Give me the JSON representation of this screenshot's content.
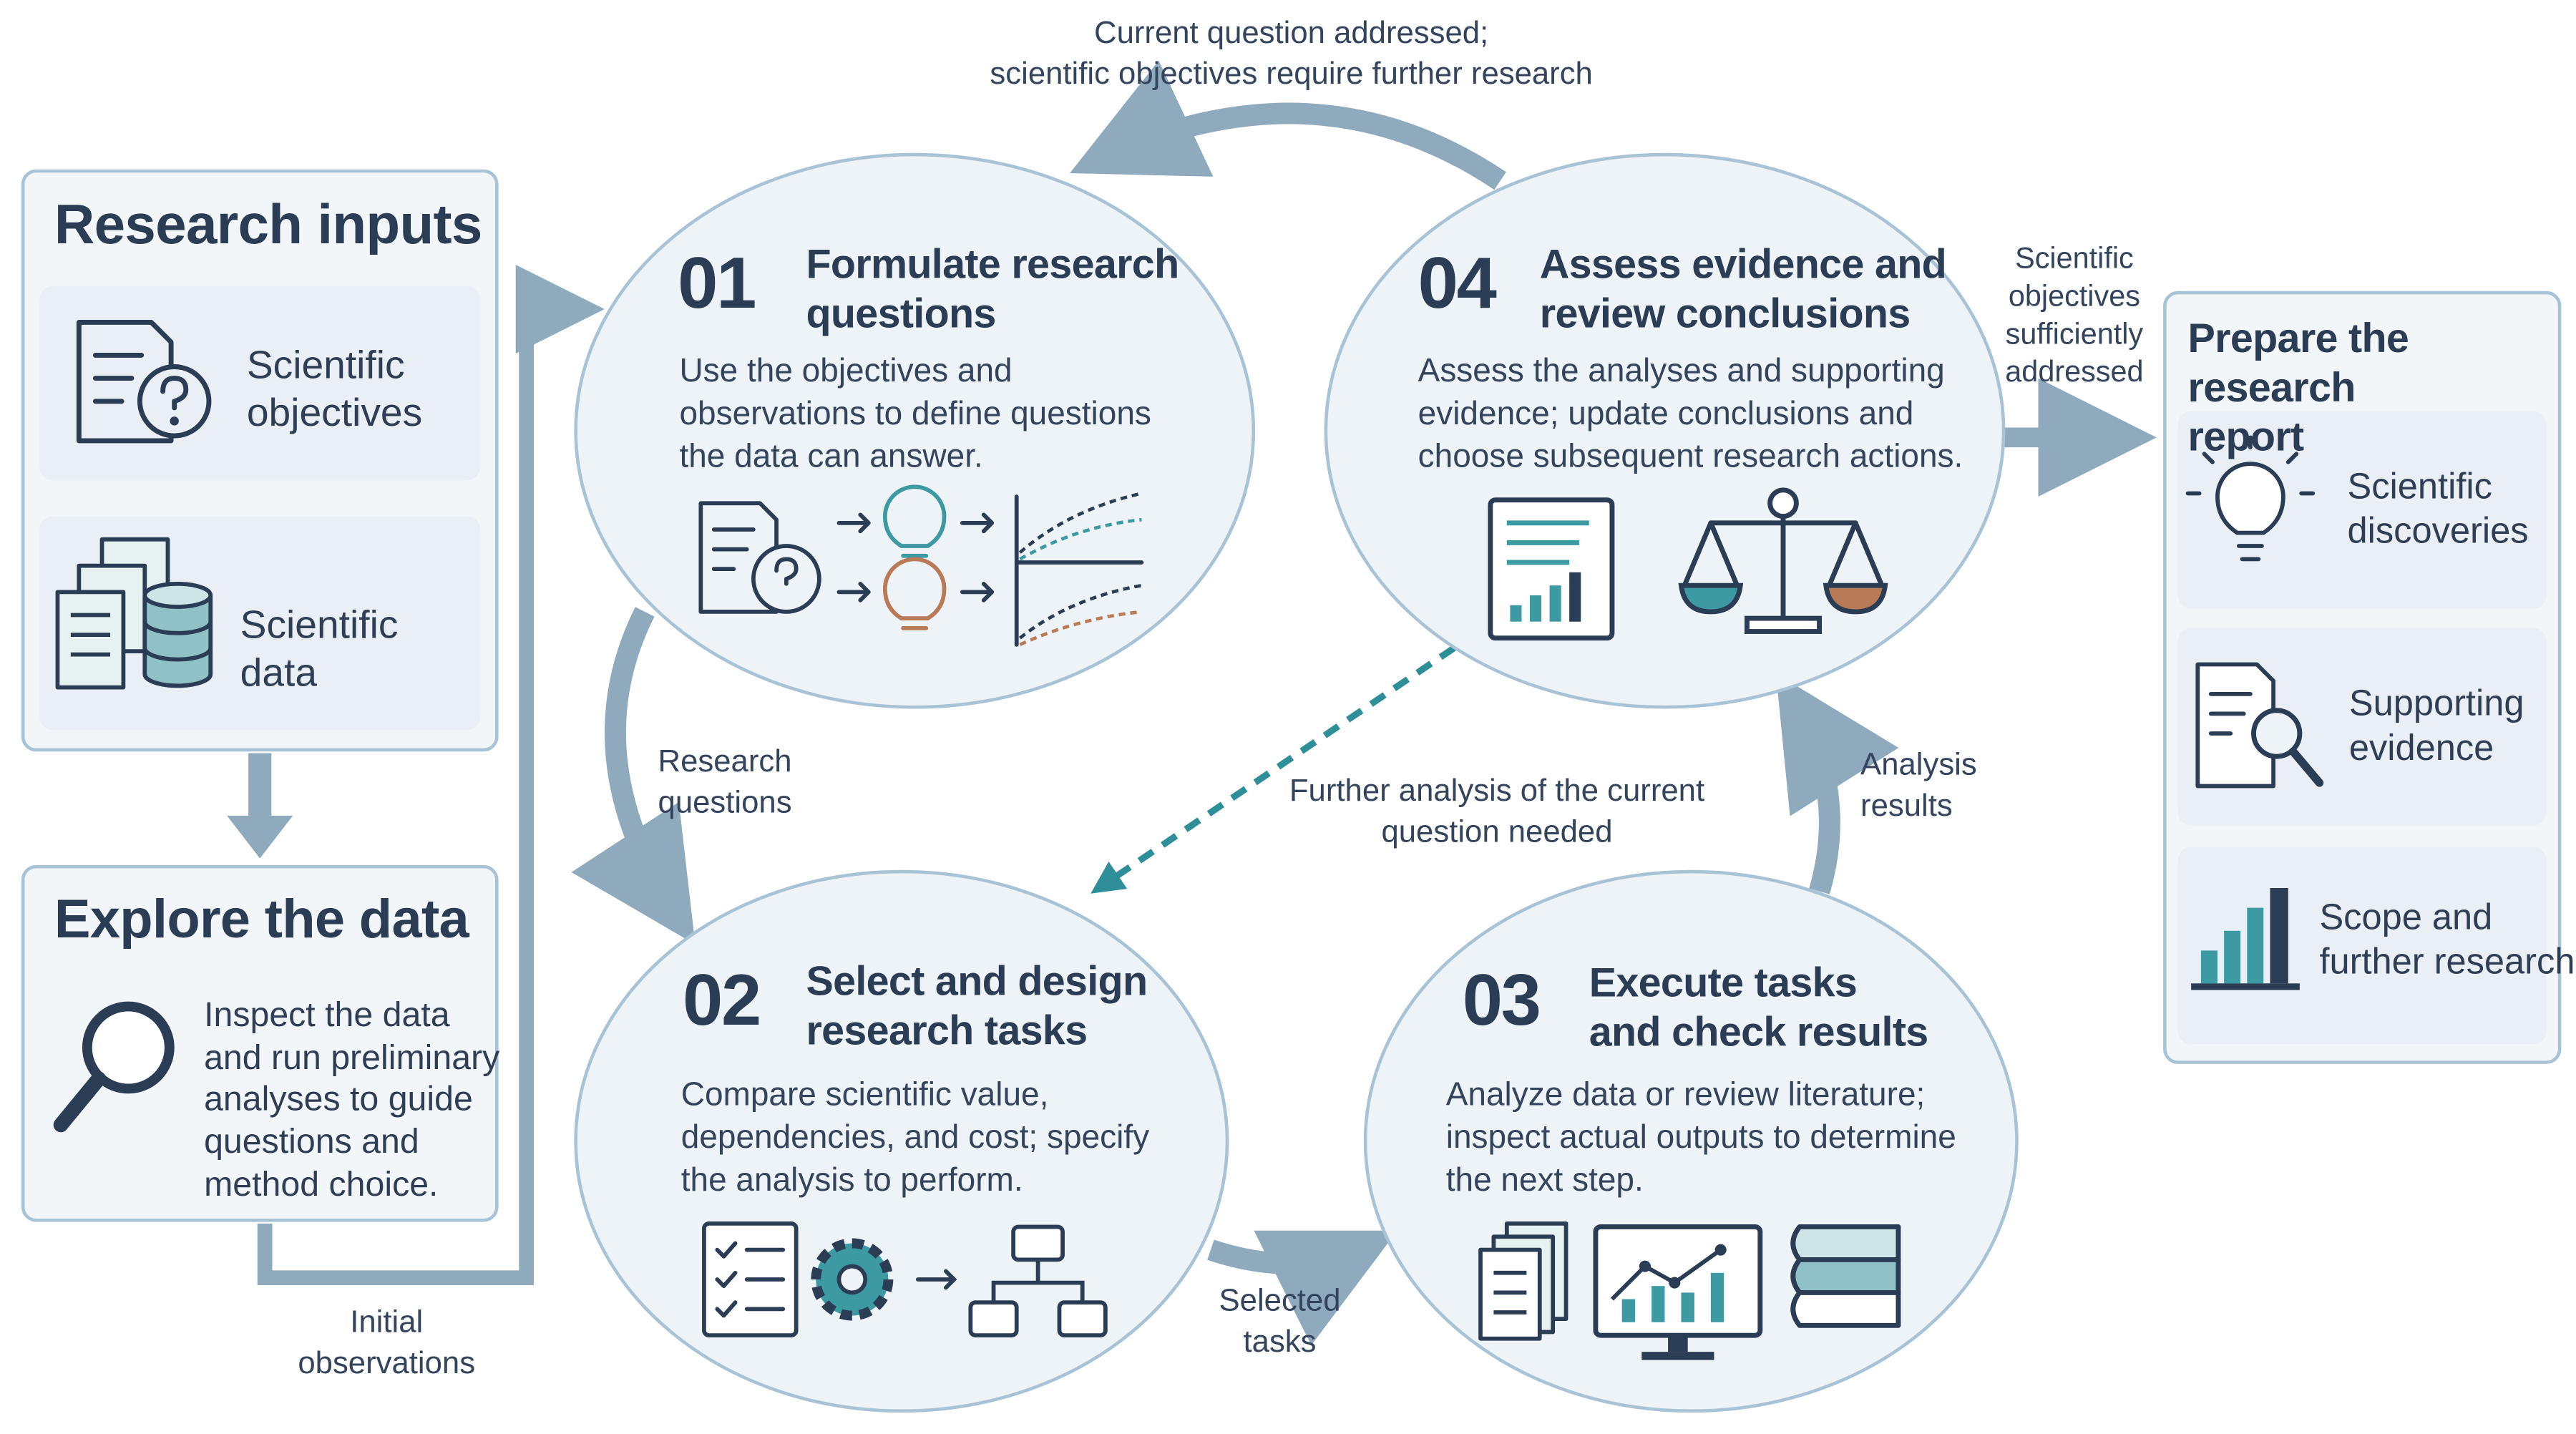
{
  "research_inputs": {
    "title": "Research inputs",
    "items": [
      {
        "icon": "document-question-icon",
        "label_line1": "Scientific",
        "label_line2": "objectives"
      },
      {
        "icon": "documents-database-icon",
        "label_line1": "Scientific",
        "label_line2": "data"
      }
    ]
  },
  "explore": {
    "title": "Explore the data",
    "icon": "magnifier-icon",
    "desc_lines": [
      "Inspect the data",
      "and run preliminary",
      "analyses to guide",
      "questions and",
      "method choice."
    ]
  },
  "steps": [
    {
      "number": "01",
      "title_lines": [
        "Formulate research",
        "questions"
      ],
      "desc_lines": [
        "Use the objectives and",
        "observations to define questions",
        "the data can answer."
      ]
    },
    {
      "number": "02",
      "title_lines": [
        "Select and design",
        "research tasks"
      ],
      "desc_lines": [
        "Compare scientific value,",
        "dependencies, and cost; specify",
        "the analysis to perform."
      ]
    },
    {
      "number": "03",
      "title_lines": [
        "Execute tasks",
        "and check results"
      ],
      "desc_lines": [
        "Analyze data or review literature;",
        "inspect actual outputs to determine",
        "the next step."
      ]
    },
    {
      "number": "04",
      "title_lines": [
        "Assess evidence and",
        "review conclusions"
      ],
      "desc_lines": [
        "Assess the analyses and supporting",
        "evidence; update conclusions and",
        "choose subsequent research actions."
      ]
    }
  ],
  "connectors": {
    "top_loop": [
      "Current question addressed;",
      "scientific objectives require further research"
    ],
    "research_questions": [
      "Research",
      "questions"
    ],
    "further_analysis": [
      "Further analysis of the current",
      "question needed"
    ],
    "analysis_results": [
      "Analysis",
      "results"
    ],
    "selected_tasks": [
      "Selected",
      "tasks"
    ],
    "initial_observations": [
      "Initial",
      "observations"
    ],
    "sufficient": [
      "Scientific",
      "objectives",
      "sufficiently",
      "addressed"
    ]
  },
  "report": {
    "title_lines": [
      "Prepare the research",
      "report"
    ],
    "items": [
      {
        "icon": "lightbulb-icon",
        "label_line1": "Scientific",
        "label_line2": "discoveries"
      },
      {
        "icon": "document-search-icon",
        "label_line1": "Supporting",
        "label_line2": "evidence"
      },
      {
        "icon": "bar-chart-icon",
        "label_line1": "Scope and",
        "label_line2": "further research"
      }
    ]
  },
  "colors": {
    "navy": "#2b3c55",
    "panel_fill": "#f3f6f9",
    "panel_border": "#a9c3d6",
    "ellipse_fill": "#eef3f7",
    "arrow": "#8fa9bd",
    "teal": "#3d9aa3",
    "teal_dashed": "#2f8f98",
    "brown": "#b87a57"
  }
}
